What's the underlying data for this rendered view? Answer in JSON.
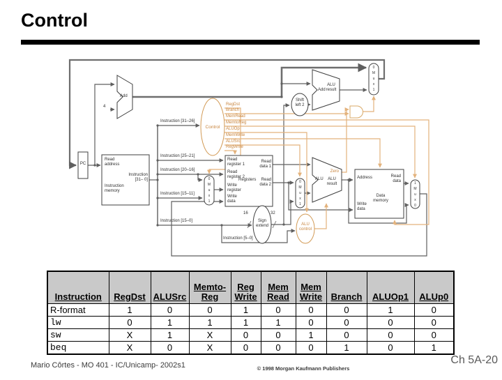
{
  "slide": {
    "title": "Control",
    "footer_left": "Mario Côrtes - MO 401 - IC/Unicamp- 2002s1",
    "footer_center": "© 1998 Morgan Kaufmann Publishers",
    "footer_right": "Ch 5A-20"
  },
  "colors": {
    "control_accent": "#c8853e",
    "control_wire": "#e3b27c",
    "data_wire": "#5f5f5f",
    "table_header_bg": "#c9c9c9"
  },
  "diagram": {
    "pc": "PC",
    "read_address": "Read\naddress",
    "instruction_31_0": "Instruction\n[31– 0]",
    "instruction_memory": "Instruction\nmemory",
    "add_top": "Add",
    "four": "4",
    "control": "Control",
    "signals": [
      "RegDst",
      "Branch",
      "MemRead",
      "MemtoReg",
      "ALUOp",
      "MemWrite",
      "ALUSrc",
      "RegWrite"
    ],
    "instr_31_26": "Instruction [31–26]",
    "instr_25_21": "Instruction [25–21]",
    "instr_20_16": "Instruction [20–16]",
    "instr_15_11": "Instruction [15–11]",
    "instr_15_0": "Instruction [15–0]",
    "instr_5_0": "Instruction [5–0]",
    "read_register_1": "Read\nregister 1",
    "read_register_2": "Read\nregister 2",
    "write_register": "Write\nregister",
    "write_data_reg": "Write\ndata",
    "registers": "Registers",
    "read_data_1": "Read\ndata 1",
    "read_data_2": "Read\ndata 2",
    "sign_extend": "Sign\nextend",
    "bits_16": "16",
    "bits_32": "32",
    "shift_left_2": "Shift\nleft 2",
    "alu_control": "ALU\ncontrol",
    "add_branch": "Add",
    "add_branch_result": "ALU\nresult",
    "alu": "ALU",
    "zero": "Zero",
    "alu_result": "ALU\nresult",
    "address": "Address",
    "write_data_mem": "Write\ndata",
    "read_data_mem": "Read\ndata",
    "data_memory": "Data\nmemory",
    "mux_regdst": "0\nM\nu\nx\n1",
    "mux_alusrc": "0\nM\nu\nx\n1",
    "mux_pcsrc": "0\nM\nu\nx\n1",
    "mux_memtoreg": "1\nM\nu\nx\n0"
  },
  "table": {
    "headers": [
      "Instruction",
      "RegDst",
      "ALUSrc",
      "Memto-\nReg",
      "Reg\nWrite",
      "Mem\nRead",
      "Mem\nWrite",
      "Branch",
      "ALUOp1",
      "ALUp0"
    ],
    "rows": [
      {
        "instruction": "R-format",
        "mono": false,
        "values": [
          "1",
          "0",
          "0",
          "1",
          "0",
          "0",
          "0",
          "1",
          "0"
        ]
      },
      {
        "instruction": "lw",
        "mono": true,
        "values": [
          "0",
          "1",
          "1",
          "1",
          "1",
          "0",
          "0",
          "0",
          "0"
        ]
      },
      {
        "instruction": "sw",
        "mono": true,
        "values": [
          "X",
          "1",
          "X",
          "0",
          "0",
          "1",
          "0",
          "0",
          "0"
        ]
      },
      {
        "instruction": "beq",
        "mono": true,
        "values": [
          "X",
          "0",
          "X",
          "0",
          "0",
          "0",
          "1",
          "0",
          "1"
        ]
      }
    ]
  }
}
